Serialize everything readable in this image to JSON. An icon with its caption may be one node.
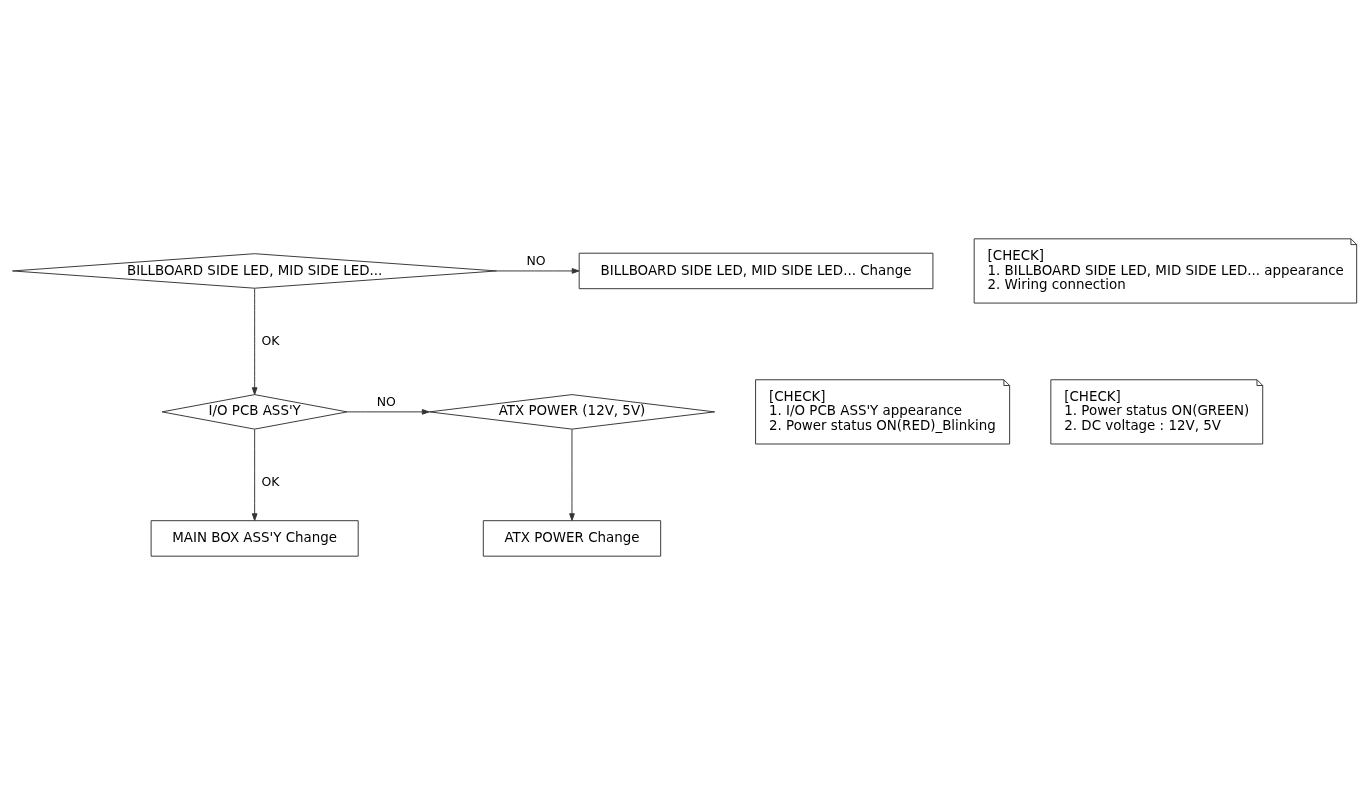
{
  "diagram": {
    "nodes": [
      {
        "text": [
          "BILLBOARD SIDE LED, MID SIDE LED..."
        ]
      },
      {
        "text": [
          "BILLBOARD SIDE LED, MID SIDE LED... Change"
        ]
      },
      {
        "text": [
          "[CHECK]",
          "1. BILLBOARD SIDE LED, MID SIDE LED... appearance",
          "2. Wiring connection"
        ]
      },
      {
        "text": [
          "I/O PCB ASS'Y"
        ]
      },
      {
        "text": [
          "[CHECK]",
          "1. I/O PCB ASS'Y appearance",
          "2. Power status ON(RED)_Blinking"
        ]
      },
      {
        "text": [
          "ATX POWER (12V, 5V)"
        ]
      },
      {
        "text": [
          "[CHECK]",
          "1. Power status ON(GREEN)",
          "2. DC voltage : 12V, 5V"
        ]
      },
      {
        "text": [
          "MAIN BOX ASS'Y Change"
        ]
      },
      {
        "text": [
          "ATX POWER Change"
        ]
      }
    ],
    "edges": [
      {
        "from": 0,
        "to": 1,
        "arrow": "to",
        "label": "NO"
      },
      {
        "from": 0,
        "to": 3,
        "arrow": "to",
        "label": "OK"
      },
      {
        "from": 3,
        "to": 5,
        "arrow": "to",
        "label": "NO"
      },
      {
        "from": 3,
        "to": 7,
        "arrow": "to",
        "label": "OK"
      },
      {
        "from": 5,
        "to": 8,
        "arrow": "to"
      }
    ]
  }
}
